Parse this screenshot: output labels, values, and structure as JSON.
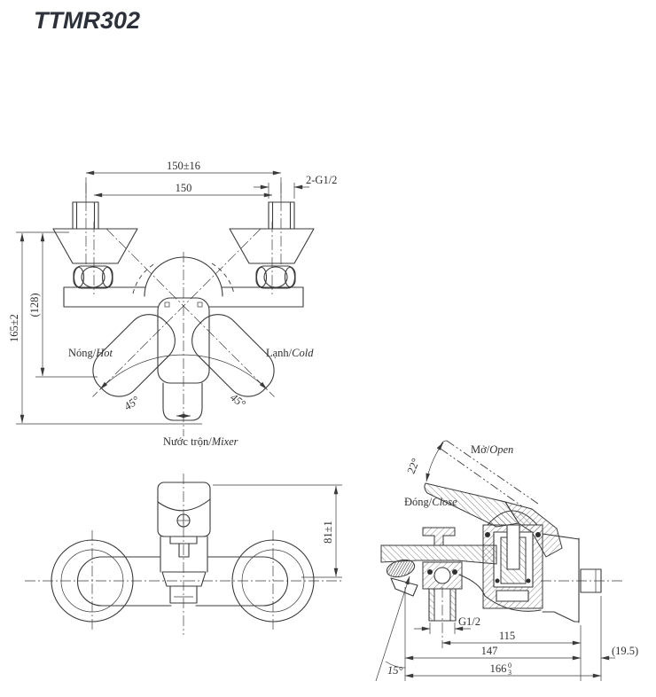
{
  "title": "TTMR302",
  "colors": {
    "line": "#3a3a3a",
    "text": "#2f2f2f",
    "title": "#2c313a",
    "background": "#ffffff"
  },
  "front_view": {
    "dims": {
      "span_adjust": "150±16",
      "span": "150",
      "thread": "2-G1/2",
      "height_overall": "165±2",
      "height_body": "(128)",
      "angle_left": "45°",
      "angle_right": "45°"
    },
    "labels": {
      "hot_vi": "Nóng/",
      "hot_en": "Hot",
      "cold_vi": "Lạnh/",
      "cold_en": "Cold",
      "mixer_vi": "Nước trộn/",
      "mixer_en": "Mixer"
    }
  },
  "mounted_view": {
    "dims": {
      "height": "81±1"
    }
  },
  "section_view": {
    "labels": {
      "open_vi": "Mở/",
      "open_en": "Open",
      "close_vi": "Đóng/",
      "close_en": "Close"
    },
    "dims": {
      "angle_open": "22°",
      "thread": "G1/2",
      "depth_inner": "115",
      "depth_body": "147",
      "wall_offset": "(19.5)",
      "overall": "166",
      "overall_tol_upper": "0",
      "overall_tol_lower": "3",
      "angle_spout": "15°"
    }
  }
}
